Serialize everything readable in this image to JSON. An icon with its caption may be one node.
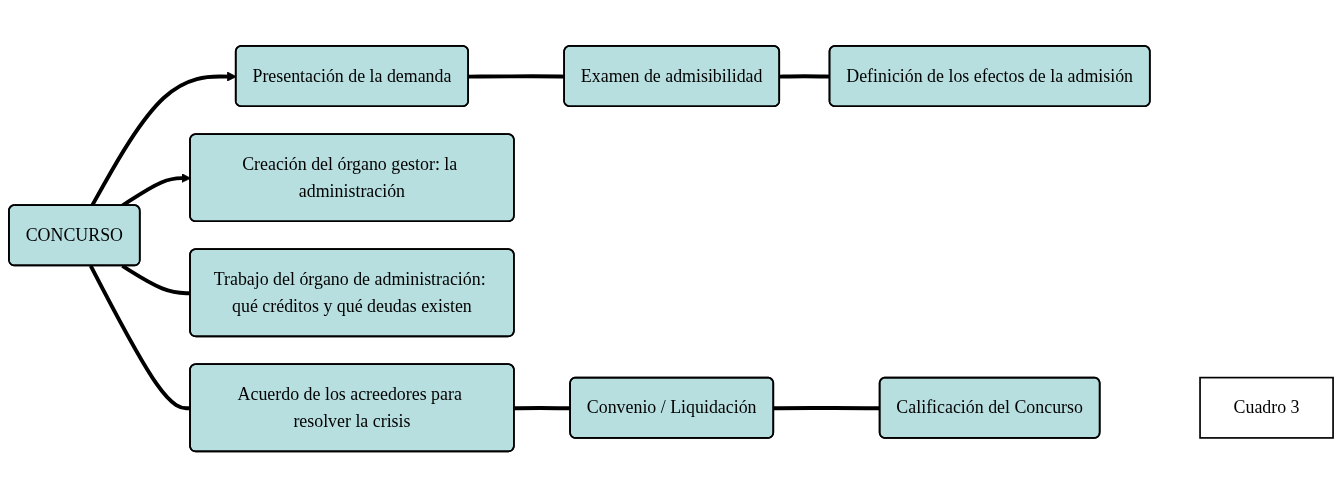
{
  "diagram": {
    "nodes": [
      {
        "text": [
          "CONCURSO"
        ]
      },
      {
        "text": [
          "Presentación de la demanda"
        ]
      },
      {
        "text": [
          "Examen  de  admisibilidad"
        ]
      },
      {
        "text": [
          "Definición de los efectos de la admisión"
        ]
      },
      {
        "text": [
          "Creación del órgano gestor: la administración"
        ]
      },
      {
        "text": [
          "Trabajo del órgano de administración: qué créditos y qué deudas existen"
        ]
      },
      {
        "text": [
          "Acuerdo de los acreedores para resolver la crisis"
        ]
      },
      {
        "text": [
          "Convenio / Liquidación"
        ]
      },
      {
        "text": [
          "Calificación del Concurso"
        ]
      },
      {
        "text": [
          "Cuadro 3"
        ]
      }
    ],
    "edges": [
      {
        "from": 0,
        "to": 1,
        "arrow": "to"
      },
      {
        "from": 1,
        "to": 2,
        "arrow": "none"
      },
      {
        "from": 2,
        "to": 3,
        "arrow": "none"
      },
      {
        "from": 0,
        "to": 4,
        "arrow": "to"
      },
      {
        "from": 0,
        "to": 5,
        "arrow": "none"
      },
      {
        "from": 0,
        "to": 6,
        "arrow": "none"
      },
      {
        "from": 6,
        "to": 7,
        "arrow": "none"
      },
      {
        "from": 7,
        "to": 8,
        "arrow": "none"
      }
    ]
  }
}
